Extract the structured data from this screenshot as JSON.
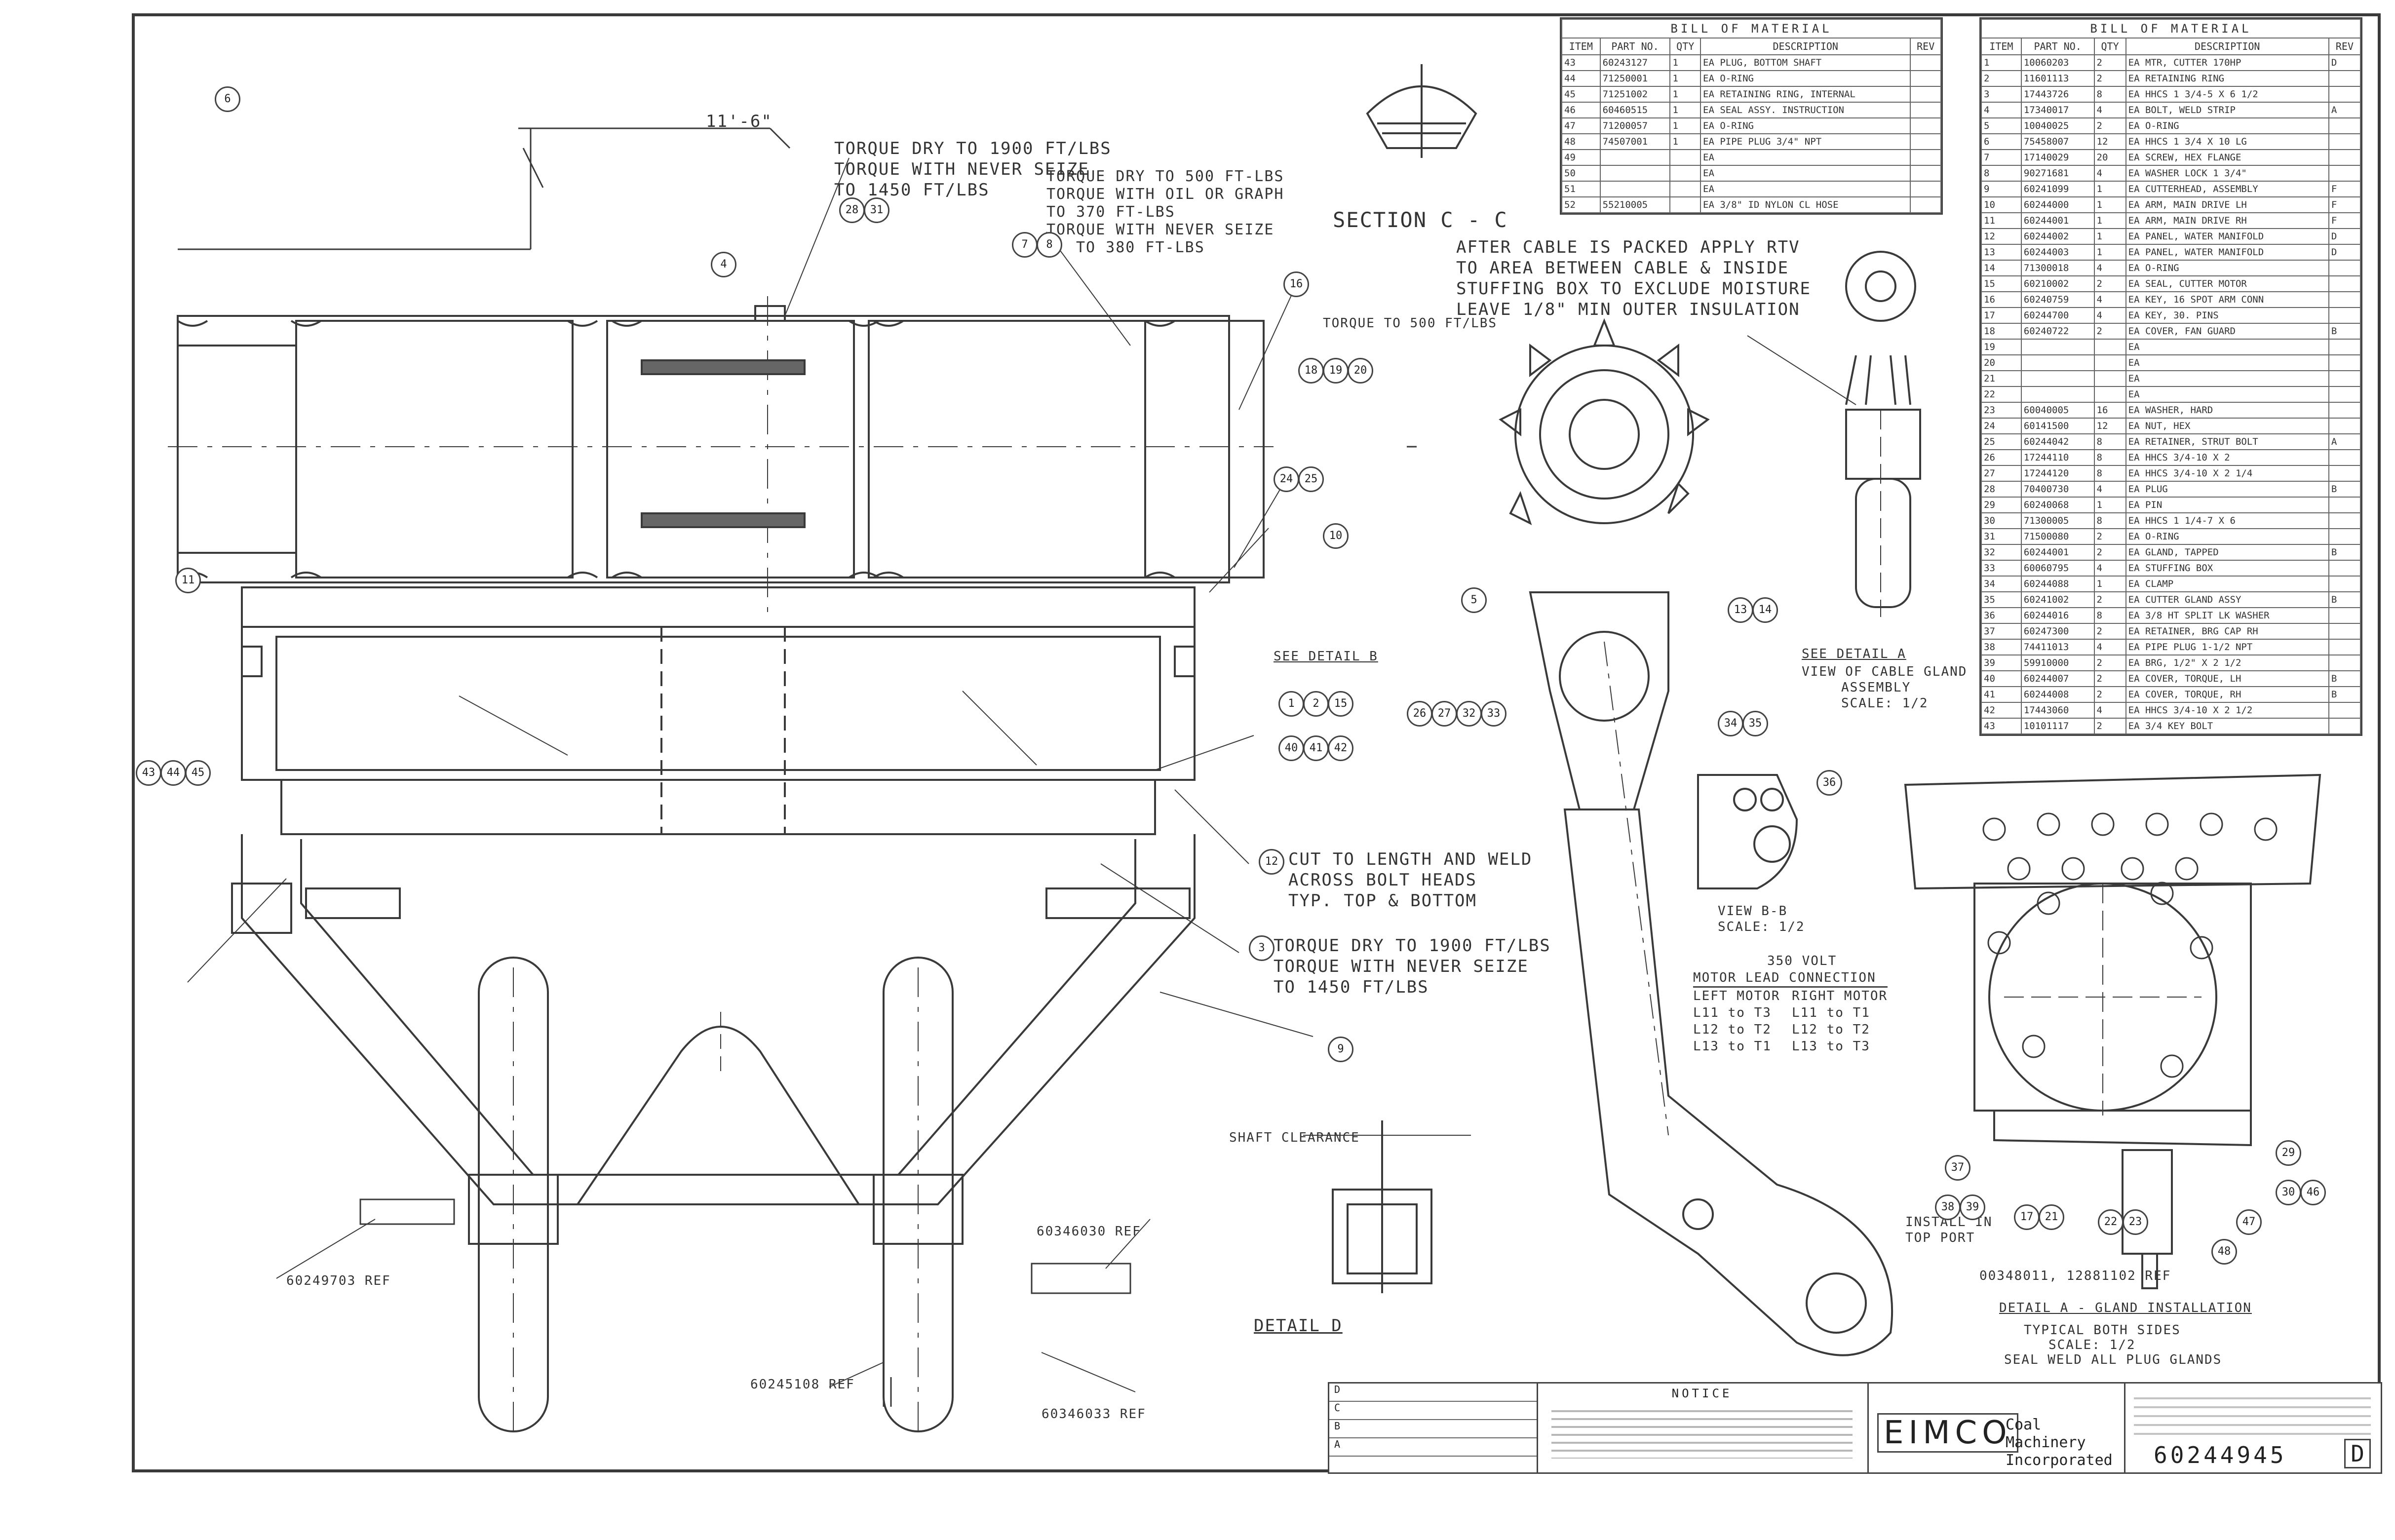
{
  "drawing": {
    "section_label": "SECTION C - C",
    "detail_a_label": "SEE DETAIL A",
    "detail_a_title": "DETAIL A - GLAND INSTALLATION",
    "view_cable_gland": [
      "VIEW OF CABLE GLAND",
      "ASSEMBLY",
      "SCALE: 1/2"
    ],
    "view_bb": [
      "VIEW B-B",
      "SCALE: 1/2"
    ],
    "detail_d": "DETAIL D",
    "typical_both_sides": [
      "TYPICAL BOTH SIDES",
      "SCALE: 1/2",
      "SEAL WELD ALL PLUG GLANDS"
    ],
    "install_top": [
      "INSTALL IN",
      "TOP PORT"
    ],
    "ref_bottom": "00348011, 12881102 REF",
    "dimension_top": "11'-6\"",
    "shaft_clearance": "SHAFT CLEARANCE",
    "see_detail_b": "SEE DETAIL B"
  },
  "notes": {
    "torque_top_left": [
      "TORQUE DRY TO 1900 FT/LBS",
      "TORQUE WITH NEVER SEIZE",
      "TO 1450 FT/LBS"
    ],
    "torque_top_mid": [
      "TORQUE DRY TO 500 FT-LBS",
      "TORQUE WITH OIL OR GRAPH",
      "TO 370 FT-LBS",
      "TORQUE WITH NEVER SEIZE",
      "TO 380 FT-LBS"
    ],
    "torque_right": "TORQUE TO 500 FT/LBS",
    "cable_note": [
      "AFTER CABLE IS PACKED APPLY RTV",
      "TO AREA BETWEEN CABLE & INSIDE",
      "STUFFING BOX TO EXCLUDE MOISTURE",
      "LEAVE 1/8\" MIN OUTER INSULATION"
    ],
    "cut_weld": [
      "CUT TO LENGTH AND WELD",
      "ACROSS BOLT HEADS",
      "TYP. TOP & BOTTOM"
    ],
    "torque_bottom": [
      "TORQUE DRY TO 1900 FT/LBS",
      "TORQUE WITH NEVER SEIZE",
      "TO 1450 FT/LBS"
    ],
    "motor_lead_title": [
      "350 VOLT",
      "MOTOR LEAD CONNECTION"
    ],
    "motor_lead_headers": [
      "LEFT MOTOR",
      "RIGHT MOTOR"
    ],
    "motor_lead_rows": [
      [
        "L11 to T3",
        "L11 to T1"
      ],
      [
        "L12 to T2",
        "L12 to T2"
      ],
      [
        "L13 to T1",
        "L13 to T3"
      ]
    ],
    "ref_left": "60249703 REF",
    "ref_mid": "60245108 REF",
    "ref_mid2": "60346033 REF",
    "ref_right_top": "60346030 REF"
  },
  "bom_left": {
    "title": "BILL OF MATERIAL",
    "headers": [
      "ITEM",
      "PART NO.",
      "QTY",
      "DESCRIPTION",
      "REV"
    ],
    "rows": [
      [
        "43",
        "60243127",
        "1",
        "EA PLUG, BOTTOM SHAFT",
        ""
      ],
      [
        "44",
        "71250001",
        "1",
        "EA O-RING",
        ""
      ],
      [
        "45",
        "71251002",
        "1",
        "EA RETAINING RING, INTERNAL",
        ""
      ],
      [
        "46",
        "60460515",
        "1",
        "EA SEAL ASSY. INSTRUCTION",
        ""
      ],
      [
        "47",
        "71200057",
        "1",
        "EA O-RING",
        ""
      ],
      [
        "48",
        "74507001",
        "1",
        "EA PIPE PLUG 3/4\" NPT",
        ""
      ],
      [
        "49",
        "",
        "",
        "EA",
        ""
      ],
      [
        "50",
        "",
        "",
        "EA",
        ""
      ],
      [
        "51",
        "",
        "",
        "EA",
        ""
      ],
      [
        "52",
        "55210005",
        "",
        "EA 3/8\" ID NYLON CL HOSE",
        ""
      ]
    ]
  },
  "bom_right": {
    "title": "BILL OF MATERIAL",
    "headers": [
      "ITEM",
      "PART NO.",
      "QTY",
      "DESCRIPTION",
      "REV"
    ],
    "rows": [
      [
        "1",
        "10060203",
        "2",
        "EA MTR, CUTTER 170HP",
        "D"
      ],
      [
        "2",
        "11601113",
        "2",
        "EA RETAINING RING",
        ""
      ],
      [
        "3",
        "17443726",
        "8",
        "EA HHCS 1 3/4-5 X 6 1/2",
        ""
      ],
      [
        "4",
        "17340017",
        "4",
        "EA BOLT, WELD STRIP",
        "A"
      ],
      [
        "5",
        "10040025",
        "2",
        "EA O-RING",
        ""
      ],
      [
        "6",
        "75458007",
        "12",
        "EA HHCS 1 3/4 X 10 LG",
        ""
      ],
      [
        "7",
        "17140029",
        "20",
        "EA SCREW, HEX FLANGE",
        ""
      ],
      [
        "8",
        "90271681",
        "4",
        "EA WASHER LOCK 1 3/4\"",
        ""
      ],
      [
        "9",
        "60241099",
        "1",
        "EA CUTTERHEAD, ASSEMBLY",
        "F"
      ],
      [
        "10",
        "60244000",
        "1",
        "EA ARM, MAIN DRIVE LH",
        "F"
      ],
      [
        "11",
        "60244001",
        "1",
        "EA ARM, MAIN DRIVE RH",
        "F"
      ],
      [
        "12",
        "60244002",
        "1",
        "EA PANEL, WATER MANIFOLD",
        "D"
      ],
      [
        "13",
        "60244003",
        "1",
        "EA PANEL, WATER MANIFOLD",
        "D"
      ],
      [
        "14",
        "71300018",
        "4",
        "EA O-RING",
        ""
      ],
      [
        "15",
        "60210002",
        "2",
        "EA SEAL, CUTTER MOTOR",
        ""
      ],
      [
        "16",
        "60240759",
        "4",
        "EA KEY, 16 SPOT ARM CONN",
        ""
      ],
      [
        "17",
        "60244700",
        "4",
        "EA KEY, 30. PINS",
        ""
      ],
      [
        "18",
        "60240722",
        "2",
        "EA COVER, FAN GUARD",
        "B"
      ],
      [
        "19",
        "",
        "",
        "EA",
        ""
      ],
      [
        "20",
        "",
        "",
        "EA",
        ""
      ],
      [
        "21",
        "",
        "",
        "EA",
        ""
      ],
      [
        "22",
        "",
        "",
        "EA",
        ""
      ],
      [
        "23",
        "60040005",
        "16",
        "EA WASHER, HARD",
        ""
      ],
      [
        "24",
        "60141500",
        "12",
        "EA NUT, HEX",
        ""
      ],
      [
        "25",
        "60244042",
        "8",
        "EA RETAINER, STRUT BOLT",
        "A"
      ],
      [
        "26",
        "17244110",
        "8",
        "EA HHCS 3/4-10 X 2",
        ""
      ],
      [
        "27",
        "17244120",
        "8",
        "EA HHCS 3/4-10 X 2 1/4",
        ""
      ],
      [
        "28",
        "70400730",
        "4",
        "EA PLUG",
        "B"
      ],
      [
        "29",
        "60240068",
        "1",
        "EA PIN",
        ""
      ],
      [
        "30",
        "71300005",
        "8",
        "EA HHCS 1 1/4-7 X 6",
        ""
      ],
      [
        "31",
        "71500080",
        "2",
        "EA O-RING",
        ""
      ],
      [
        "32",
        "60244001",
        "2",
        "EA GLAND, TAPPED",
        "B"
      ],
      [
        "33",
        "60060795",
        "4",
        "EA STUFFING BOX",
        ""
      ],
      [
        "34",
        "60244088",
        "1",
        "EA CLAMP",
        ""
      ],
      [
        "35",
        "60241002",
        "2",
        "EA CUTTER GLAND ASSY",
        "B"
      ],
      [
        "36",
        "60244016",
        "8",
        "EA 3/8 HT SPLIT LK WASHER",
        ""
      ],
      [
        "37",
        "60247300",
        "2",
        "EA RETAINER, BRG CAP RH",
        ""
      ],
      [
        "38",
        "74411013",
        "4",
        "EA PIPE PLUG 1-1/2 NPT",
        ""
      ],
      [
        "39",
        "59910000",
        "2",
        "EA BRG, 1/2\" X 2 1/2",
        ""
      ],
      [
        "40",
        "60244007",
        "2",
        "EA COVER, TORQUE, LH",
        "B"
      ],
      [
        "41",
        "60244008",
        "2",
        "EA COVER, TORQUE, RH",
        "B"
      ],
      [
        "42",
        "17443060",
        "4",
        "EA HHCS 3/4-10 X 2 1/2",
        ""
      ],
      [
        "43",
        "10101117",
        "2",
        "EA 3/4 KEY BOLT",
        ""
      ]
    ]
  },
  "title_block": {
    "company_logo": "EIMCO",
    "company_name": [
      "Coal Machinery",
      "Incorporated"
    ],
    "notice_title": "NOTICE",
    "drawing_number": "60244945",
    "sheet_rev": "D",
    "revision_rows": [
      "D",
      "C",
      "B",
      "A"
    ]
  },
  "balloons": [
    "6",
    "4",
    "28",
    "31",
    "7",
    "8",
    "16",
    "18",
    "19",
    "20",
    "24",
    "25",
    "10",
    "11",
    "1",
    "2",
    "15",
    "40",
    "41",
    "42",
    "43",
    "44",
    "45",
    "12",
    "3",
    "9",
    "5",
    "13",
    "14",
    "26",
    "27",
    "32",
    "33",
    "34",
    "35",
    "36",
    "37",
    "38",
    "39",
    "17",
    "21",
    "22",
    "23",
    "29",
    "30",
    "46",
    "47",
    "48"
  ]
}
